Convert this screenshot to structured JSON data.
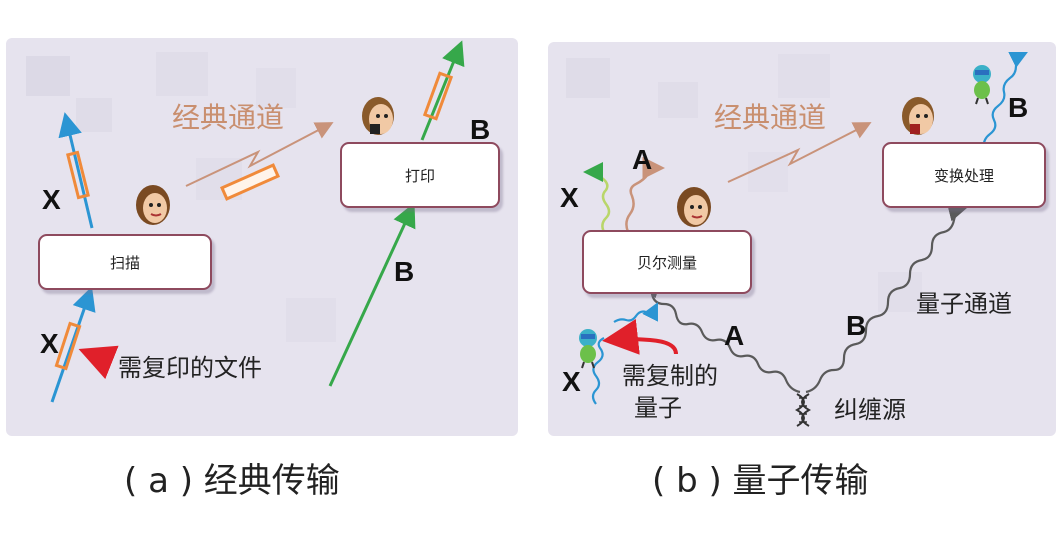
{
  "panel_a": {
    "channel_label": "经典通道",
    "box_scan": "扫描",
    "box_print": "打印",
    "letter_x_top": "X",
    "letter_x_bottom": "X",
    "letter_b_top": "B",
    "letter_b_bottom": "B",
    "doc_label": "需复印的文件",
    "caption": "( a ) 经典传输"
  },
  "panel_b": {
    "channel_label": "经典通道",
    "box_bell": "贝尔测量",
    "box_transform": "变换处理",
    "letter_a_top": "A",
    "letter_x_top": "X",
    "letter_b_top": "B",
    "letter_a_mid": "A",
    "letter_b_mid": "B",
    "letter_x_bottom": "X",
    "quantum_channel": "量子通道",
    "qubit_label_line1": "需复制的",
    "qubit_label_line2": "量子",
    "source_label": "纠缠源",
    "caption": "( b ) 量子传输"
  },
  "colors": {
    "panel_bg": "#e6e3ee",
    "box_border": "#8e4a5e",
    "classical_channel": "#c9937a",
    "x_line": "#2b95d3",
    "b_line": "#36a84a",
    "doc_rect": "#f08a3a",
    "red_arrow": "#e0202a",
    "quantum_wave": "#555555"
  },
  "icons": [
    "person-face-icon",
    "qubit-figure-icon",
    "dna-helix-icon",
    "lightning-arrow-icon"
  ]
}
